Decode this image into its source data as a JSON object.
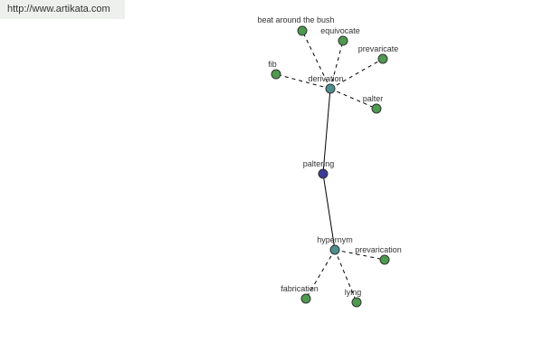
{
  "source_url": "http://www.artikata.com",
  "colors": {
    "center": "#3b3b96",
    "hub": "#4d8f8f",
    "leaf": "#4e9a4e"
  },
  "graph": {
    "center": {
      "id": "paltering",
      "label": "paltering"
    },
    "hubs": [
      {
        "id": "derivation",
        "label": "derivation"
      },
      {
        "id": "hypernym",
        "label": "hypernym"
      }
    ],
    "leaves": [
      {
        "id": "beat-around-the-bush",
        "label": "beat around the bush",
        "hub": "derivation"
      },
      {
        "id": "equivocate",
        "label": "equivocate",
        "hub": "derivation"
      },
      {
        "id": "prevaricate",
        "label": "prevaricate",
        "hub": "derivation"
      },
      {
        "id": "fib",
        "label": "fib",
        "hub": "derivation"
      },
      {
        "id": "palter",
        "label": "palter",
        "hub": "derivation"
      },
      {
        "id": "prevarication",
        "label": "prevarication",
        "hub": "hypernym"
      },
      {
        "id": "fabrication",
        "label": "fabrication",
        "hub": "hypernym"
      },
      {
        "id": "lying",
        "label": "lying",
        "hub": "hypernym"
      }
    ]
  }
}
